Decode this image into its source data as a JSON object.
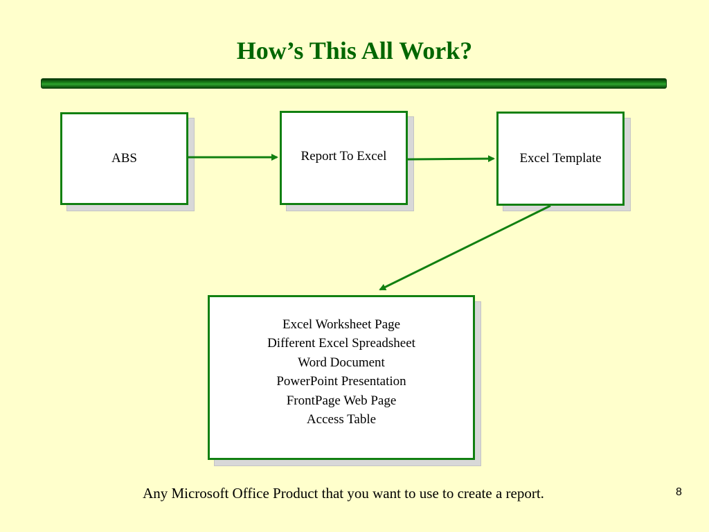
{
  "slide": {
    "title": "How’s This All Work?",
    "footer_text": "Any Microsoft Office Product that you want to use to create a report.",
    "page_number": "8"
  },
  "nodes": {
    "abs": {
      "label": "ABS"
    },
    "report_to_excel": {
      "label": "Report To Excel"
    },
    "excel_template": {
      "label": "Excel Template"
    },
    "outputs": {
      "items": [
        "Excel Worksheet Page",
        "Different Excel Spreadsheet",
        "Word Document",
        "PowerPoint Presentation",
        "FrontPage Web Page",
        "Access Table"
      ]
    }
  },
  "edges": [
    {
      "from": "abs",
      "to": "report_to_excel"
    },
    {
      "from": "report_to_excel",
      "to": "excel_template"
    },
    {
      "from": "excel_template",
      "to": "outputs"
    }
  ],
  "colors": {
    "background": "#ffffcc",
    "accent_green": "#118011",
    "title_green": "#006600",
    "shadow_gray": "#d8d8d8"
  }
}
